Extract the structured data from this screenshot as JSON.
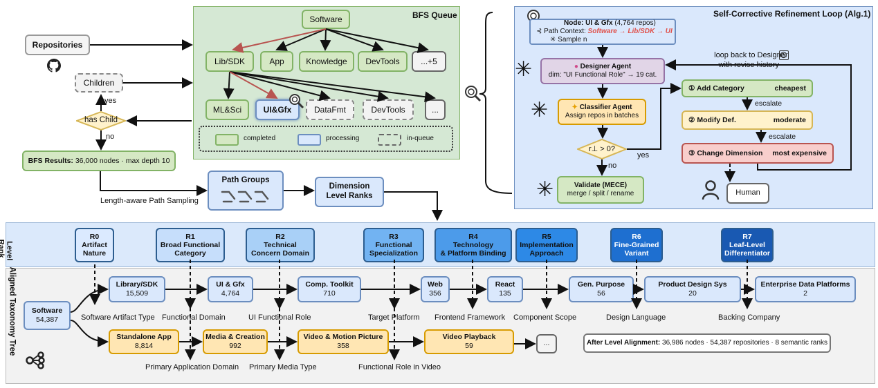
{
  "bfs": {
    "title": "BFS Queue",
    "software": "Software",
    "level1": [
      "Lib/SDK",
      "App",
      "Knowledge",
      "DevTools",
      "...+5"
    ],
    "level2": [
      "ML&Sci",
      "UI&Gfx",
      "DataFmt",
      "DevTools",
      "..."
    ],
    "legend": {
      "completed": "completed",
      "processing": "processing",
      "inqueue": "in-queue"
    }
  },
  "left": {
    "repositories": "Repositories",
    "children": "Children",
    "has_child": "has Child",
    "yes": "yes",
    "no": "no",
    "bfs_results_label": "BFS Results:",
    "bfs_results_value": "36,000 nodes · max depth 10",
    "sampling": "Length-aware Path Sampling",
    "path_groups": "Path Groups",
    "dimension_ranks": "Dimension\nLevel Ranks"
  },
  "loop": {
    "title": "Self-Corrective Refinement Loop (Alg.1)",
    "node_label": "Node: UI & Gfx",
    "node_count": "(4,764 repos)",
    "path_ctx_label": "Path Context:",
    "path_ctx_value": "Software → Lib/SDK → UI",
    "sample": "Sample n",
    "designer_title": "Designer Agent",
    "designer_sub": "dim: \"UI Functional Role\" → 19 cat.",
    "classifier_title": "Classifier Agent",
    "classifier_sub": "Assign repos in batches",
    "decision": "r⊥ > 0?",
    "yes": "yes",
    "no": "no",
    "validate_title": "Validate (MECE)",
    "validate_sub": "merge / split / rename",
    "loop_back": "loop back to Designer\nwith revise history",
    "opt1": "① Add Category",
    "opt1_cost": "cheapest",
    "opt2": "② Modify Def.",
    "opt2_cost": "moderate",
    "opt3": "③ Change Dimension",
    "opt3_cost": "most expensive",
    "escalate": "escalate",
    "human": "Human"
  },
  "level_rank_label": "Level\nRank",
  "aligned_label": "Aligned Taxonomy Tree",
  "ranks": [
    {
      "id": "R0",
      "name": "Artifact\nNature",
      "color": "#dbeaff"
    },
    {
      "id": "R1",
      "name": "Broad Functional\nCategory",
      "color": "#c6defb"
    },
    {
      "id": "R2",
      "name": "Technical\nConcern Domain",
      "color": "#a9d0f7"
    },
    {
      "id": "R3",
      "name": "Functional\nSpecialization",
      "color": "#72b3f2"
    },
    {
      "id": "R4",
      "name": "Technology\n& Platform Binding",
      "color": "#4c9bea"
    },
    {
      "id": "R5",
      "name": "Implementation\nApproach",
      "color": "#2d89e6"
    },
    {
      "id": "R6",
      "name": "Fine-Grained\nVariant",
      "color": "#1e6fd0"
    },
    {
      "id": "R7",
      "name": "Leaf-Level\nDifferentiator",
      "color": "#1959b2"
    }
  ],
  "tree": {
    "root": {
      "name": "Software",
      "count": "54,387"
    },
    "top": [
      {
        "name": "Library/SDK",
        "count": "15,509"
      },
      {
        "name": "UI & Gfx",
        "count": "4,764"
      },
      {
        "name": "Comp. Toolkit",
        "count": "710"
      },
      {
        "name": "Web",
        "count": "356"
      },
      {
        "name": "React",
        "count": "135"
      },
      {
        "name": "Gen. Purpose",
        "count": "56"
      },
      {
        "name": "Product Design Sys",
        "count": "20"
      },
      {
        "name": "Enterprise Data Platforms",
        "count": "2"
      }
    ],
    "top_dims": [
      "Software Artifact Type",
      "Functional Domain",
      "UI Functional Role",
      "Target Platform",
      "Frontend Framework",
      "Component Scope",
      "Design Language",
      "Backing Company"
    ],
    "bottom": [
      {
        "name": "Standalone App",
        "count": "8,814"
      },
      {
        "name": "Media & Creation",
        "count": "992"
      },
      {
        "name": "Video & Motion Picture",
        "count": "358"
      },
      {
        "name": "Video Playback",
        "count": "59"
      }
    ],
    "more": "...",
    "bottom_dims": [
      "Primary Application Domain",
      "Primary Media Type",
      "Functional Role in Video"
    ],
    "summary_label": "After Level Alignment:",
    "summary_value": "36,986 nodes · 54,387 repositories · 8 semantic ranks"
  }
}
